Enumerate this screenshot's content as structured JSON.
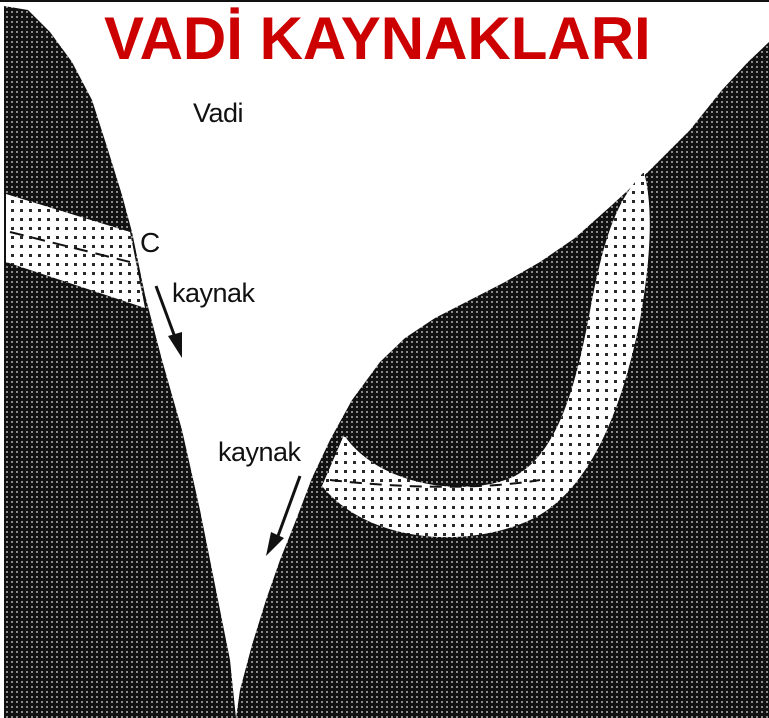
{
  "title": "VADİ KAYNAKLARI",
  "labels": {
    "valley": "Vadi",
    "point_c": "C",
    "spring_upper": "kaynak",
    "spring_lower": "kaynak"
  },
  "colors": {
    "title": "#cc0000",
    "rock": "#111111",
    "aquifer": "#ffffff"
  }
}
